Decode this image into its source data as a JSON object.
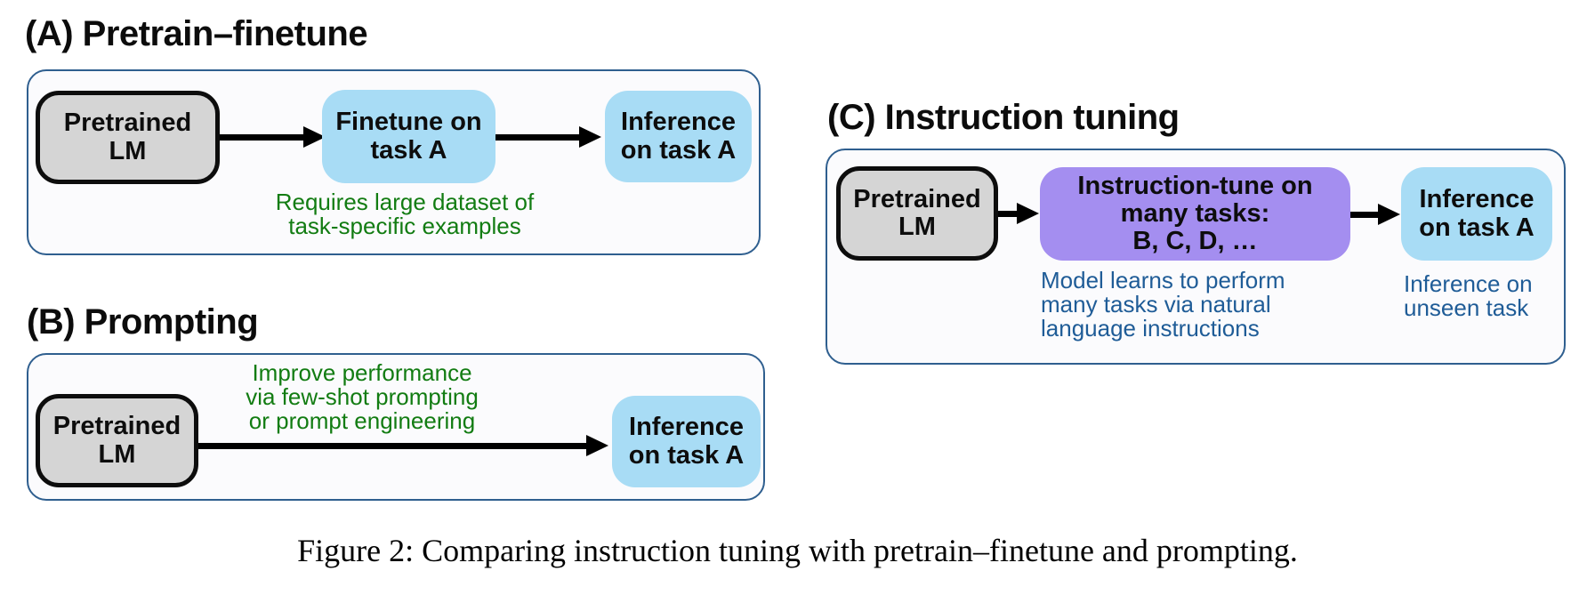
{
  "colors": {
    "panel_fill": "#fbfbfd",
    "panel_border": "#2f5f8f",
    "gray_node": "#d5d5d5",
    "gray_node_border": "#0d0d0d",
    "blue_node": "#a8dcf5",
    "purple_node": "#a48ef0",
    "green_note": "#127c12",
    "blue_note": "#1f5c97"
  },
  "panels": {
    "a": {
      "title": "(A) Pretrain–finetune",
      "pretrained_lm": "Pretrained\nLM",
      "finetune": "Finetune on\ntask A",
      "inference": "Inference\non task A",
      "note": "Requires large dataset of\ntask-specific examples"
    },
    "b": {
      "title": "(B) Prompting",
      "pretrained_lm": "Pretrained\nLM",
      "note": "Improve performance\nvia few-shot prompting\nor prompt engineering",
      "inference": "Inference\non task A"
    },
    "c": {
      "title": "(C) Instruction tuning",
      "pretrained_lm": "Pretrained\nLM",
      "instruction_tune": "Instruction-tune on\nmany tasks:\nB, C, D, …",
      "inference": "Inference\non task A",
      "note_tune": "Model learns to perform\nmany tasks via natural\nlanguage instructions",
      "note_inference": "Inference on\nunseen task"
    }
  },
  "caption": "Figure 2: Comparing instruction tuning with pretrain–finetune and prompting."
}
